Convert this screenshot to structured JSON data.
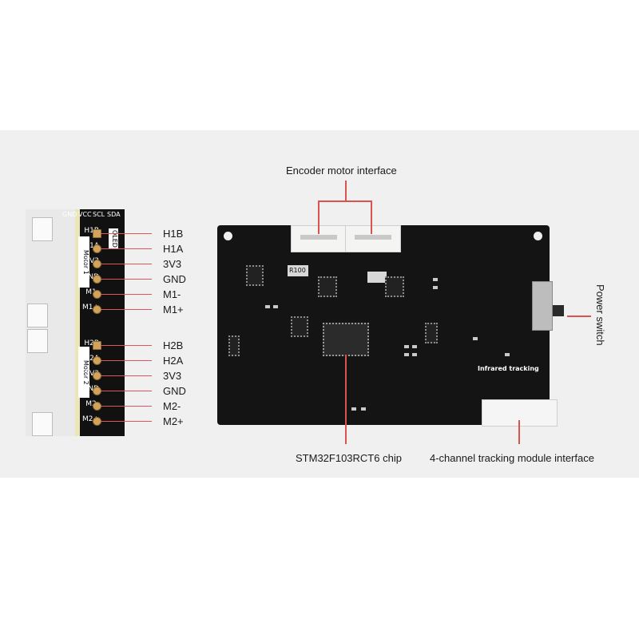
{
  "left_board": {
    "header_pins": [
      "GND",
      "VCC",
      "SCL",
      "SDA"
    ],
    "oled_label": "OLED",
    "motor1_label": "Motor 1",
    "motor2_label": "Motor 2",
    "motor1_pins": [
      "H1B",
      "H1A",
      "3V3",
      "GND",
      "M1-",
      "M1+"
    ],
    "motor2_pins": [
      "H2B",
      "H2A",
      "3V3",
      "GND",
      "M2-",
      "M2+"
    ]
  },
  "callouts": {
    "motor1": [
      "H1B",
      "H1A",
      "3V3",
      "GND",
      "M1-",
      "M1+"
    ],
    "motor2": [
      "H2B",
      "H2A",
      "3V3",
      "GND",
      "M2-",
      "M2+"
    ],
    "encoder_motor_interface": "Encoder motor interface",
    "power_switch": "Power switch",
    "chip": "STM32F103RCT6 chip",
    "tracking_interface": "4-channel tracking module interface"
  },
  "pcb": {
    "silk_r100": "R100",
    "infrared_tracking": "Infrared tracking"
  },
  "colors": {
    "callout_line": "#d9534f",
    "pcb": "#141414",
    "background_panel": "#f0f0f0"
  }
}
